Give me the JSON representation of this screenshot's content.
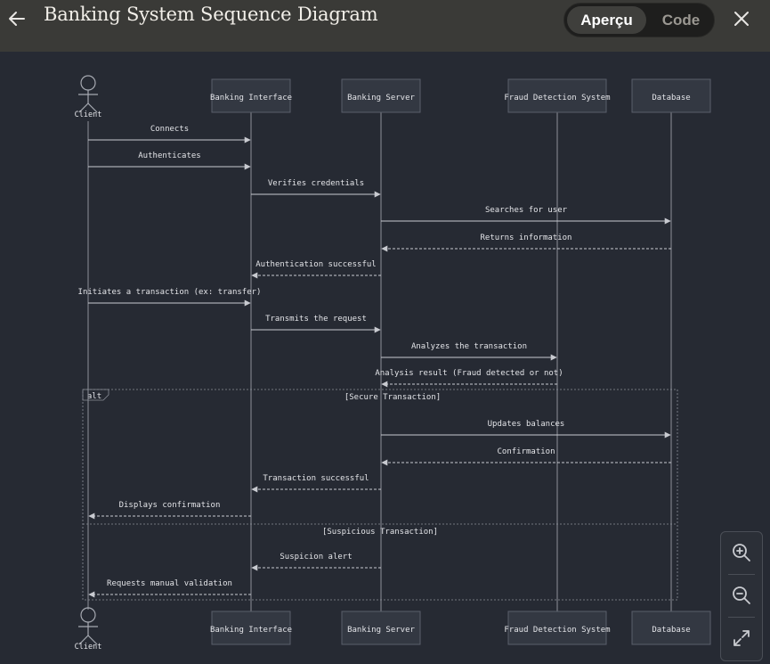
{
  "header": {
    "title": "Banking System Sequence Diagram",
    "toggle": {
      "preview_label": "Aperçu",
      "code_label": "Code"
    }
  },
  "diagram": {
    "actor": {
      "label": "Client"
    },
    "participants": [
      {
        "id": "bi",
        "label": "Banking Interface"
      },
      {
        "id": "bs",
        "label": "Banking Server"
      },
      {
        "id": "fd",
        "label": "Fraud Detection System"
      },
      {
        "id": "db",
        "label": "Database"
      }
    ],
    "messages": [
      {
        "from": "client",
        "to": "bi",
        "text": "Connects",
        "style": "solid"
      },
      {
        "from": "client",
        "to": "bi",
        "text": "Authenticates",
        "style": "solid"
      },
      {
        "from": "bi",
        "to": "bs",
        "text": "Verifies credentials",
        "style": "solid"
      },
      {
        "from": "bs",
        "to": "db",
        "text": "Searches for user",
        "style": "solid"
      },
      {
        "from": "db",
        "to": "bs",
        "text": "Returns information",
        "style": "dashed"
      },
      {
        "from": "bs",
        "to": "bi",
        "text": "Authentication successful",
        "style": "dashed"
      },
      {
        "from": "client",
        "to": "bi",
        "text": "Initiates a transaction (ex: transfer)",
        "style": "solid"
      },
      {
        "from": "bi",
        "to": "bs",
        "text": "Transmits the request",
        "style": "solid"
      },
      {
        "from": "bs",
        "to": "fd",
        "text": "Analyzes the transaction",
        "style": "solid"
      },
      {
        "from": "fd",
        "to": "bs",
        "text": "Analysis result (Fraud detected or not)",
        "style": "dashed"
      },
      {
        "from": "bs",
        "to": "db",
        "text": "Updates balances",
        "style": "solid"
      },
      {
        "from": "db",
        "to": "bs",
        "text": "Confirmation",
        "style": "dashed"
      },
      {
        "from": "bs",
        "to": "bi",
        "text": "Transaction successful",
        "style": "dashed"
      },
      {
        "from": "bi",
        "to": "client",
        "text": "Displays confirmation",
        "style": "dashed"
      },
      {
        "from": "bs",
        "to": "bi",
        "text": "Suspicion alert",
        "style": "dashed"
      },
      {
        "from": "bi",
        "to": "client",
        "text": "Requests manual validation",
        "style": "dashed"
      }
    ],
    "alt_fragment": {
      "tag": "alt",
      "branches": [
        {
          "condition": "[Secure Transaction]"
        },
        {
          "condition": "[Suspicious Transaction]"
        }
      ]
    }
  },
  "colors": {
    "background": "#262a33",
    "header_bg": "#3a3a37",
    "participant_fill": "#333842",
    "participant_border": "#5a5f6b",
    "line": "#c8cad0",
    "text": "#e3e4e8"
  },
  "icons": {
    "back": "arrow-left-icon",
    "close": "close-icon",
    "zoom_in": "zoom-in-icon",
    "zoom_out": "zoom-out-icon",
    "fit": "expand-icon"
  }
}
